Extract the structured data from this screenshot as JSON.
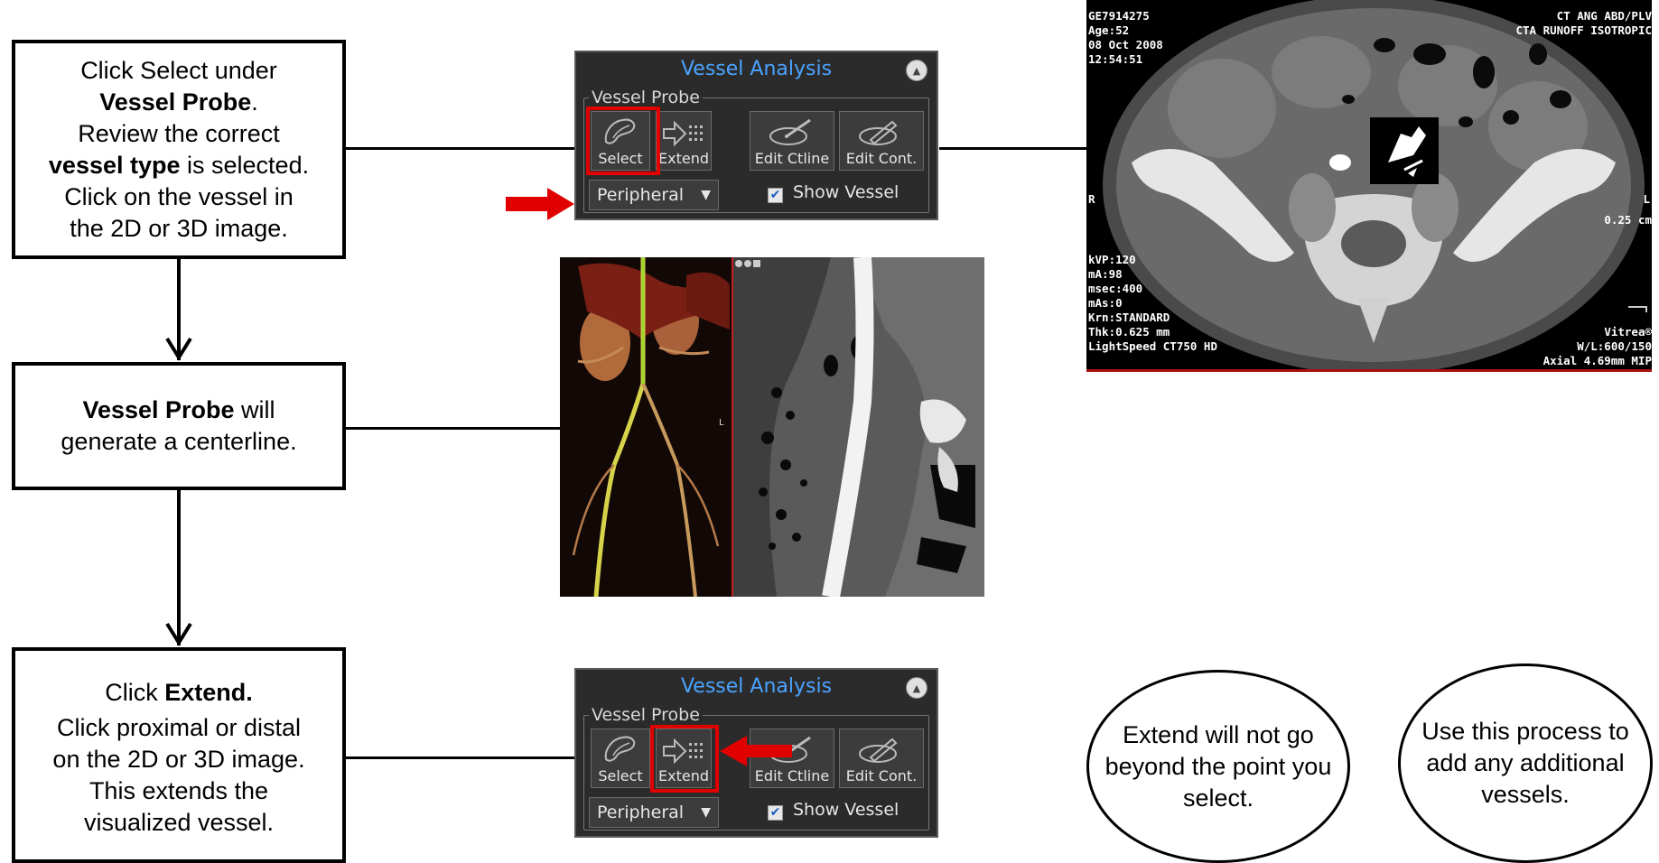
{
  "steps": [
    {
      "line1": "Click Select under",
      "line2_bold": "Vessel Probe",
      "line2_rest": ".",
      "line3": "Review the correct",
      "line4_bold": "vessel type",
      "line4_rest": " is selected.",
      "line5": "Click on the vessel in",
      "line6": "the 2D or 3D image."
    },
    {
      "line1_bold": "Vessel Probe",
      "line1_rest": " will",
      "line2": "generate a centerline."
    },
    {
      "line1": "Click ",
      "line1_bold": "Extend.",
      "line2": "Click proximal or distal",
      "line3": "on the 2D or 3D image.",
      "line4": "This extends the",
      "line5": "visualized vessel."
    }
  ],
  "panel": {
    "title": "Vessel Analysis",
    "group_label": "Vessel Probe",
    "buttons": [
      "Select",
      "Extend",
      "Edit Ctline",
      "Edit Cont."
    ],
    "dropdown_value": "Peripheral",
    "checkbox_label": "Show Vessel",
    "checkbox_checked": true
  },
  "ct_overlay": {
    "top_left": [
      "GE7914275",
      "Age:52",
      "08 Oct 2008",
      "12:54:51"
    ],
    "top_right": [
      "CT ANG ABD/PLV",
      "CTA RUNOFF ISOTROPIC"
    ],
    "side_left": "R",
    "side_right_marker": "L",
    "scale": "0.25 cm",
    "bottom_left": [
      "kVP:120",
      "mA:98",
      "msec:400",
      "mAs:0",
      "Krn:STANDARD",
      "Thk:0.625 mm",
      "LightSpeed CT750 HD"
    ],
    "bottom_right": [
      "Vitrea®",
      "W/L:600/150",
      "Axial 4.69mm MIP"
    ]
  },
  "vessel_view": {
    "side_marker": "L"
  },
  "notes": [
    {
      "lines": [
        "Extend will not go",
        "beyond the point you",
        "select."
      ]
    },
    {
      "lines": [
        "Use this process to",
        "add any additional",
        "vessels."
      ]
    }
  ],
  "colors": {
    "highlight": "#e00000",
    "panel_title": "#4aa3ff",
    "panel_bg": "#2b2b2b"
  }
}
